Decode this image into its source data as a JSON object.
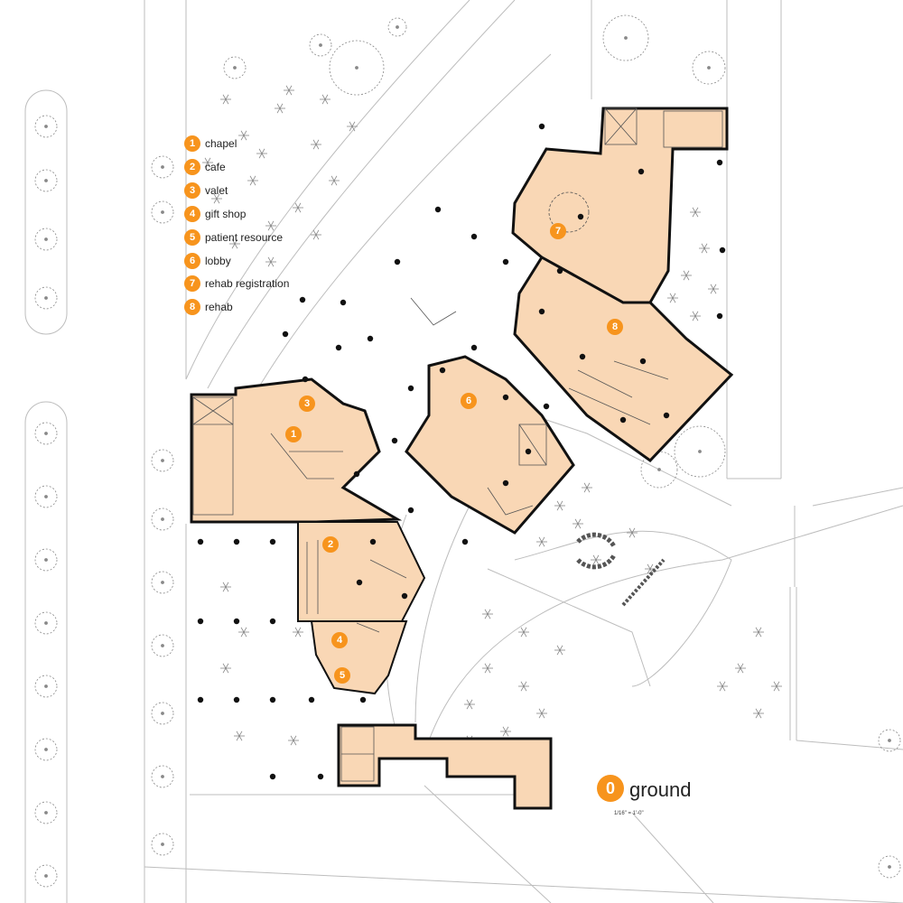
{
  "legend": [
    {
      "num": "1",
      "label": "chapel"
    },
    {
      "num": "2",
      "label": "cafe"
    },
    {
      "num": "3",
      "label": "valet"
    },
    {
      "num": "4",
      "label": "gift shop"
    },
    {
      "num": "5",
      "label": "patient resource"
    },
    {
      "num": "6",
      "label": "lobby"
    },
    {
      "num": "7",
      "label": "rehab registration"
    },
    {
      "num": "8",
      "label": "rehab"
    }
  ],
  "plan_markers": [
    "1",
    "2",
    "3",
    "4",
    "5",
    "6",
    "7",
    "8"
  ],
  "floor": {
    "number": "0",
    "name": "ground",
    "scale": "1/16\" = 1'-0\""
  },
  "colors": {
    "accent": "#f7941d",
    "building_fill": "#f9d7b5",
    "wall": "#111111",
    "line": "#bbbbbb"
  },
  "icons": {
    "north_arrow": "north-arrow-icon",
    "tree": "tree-icon",
    "column": "column-dot"
  }
}
